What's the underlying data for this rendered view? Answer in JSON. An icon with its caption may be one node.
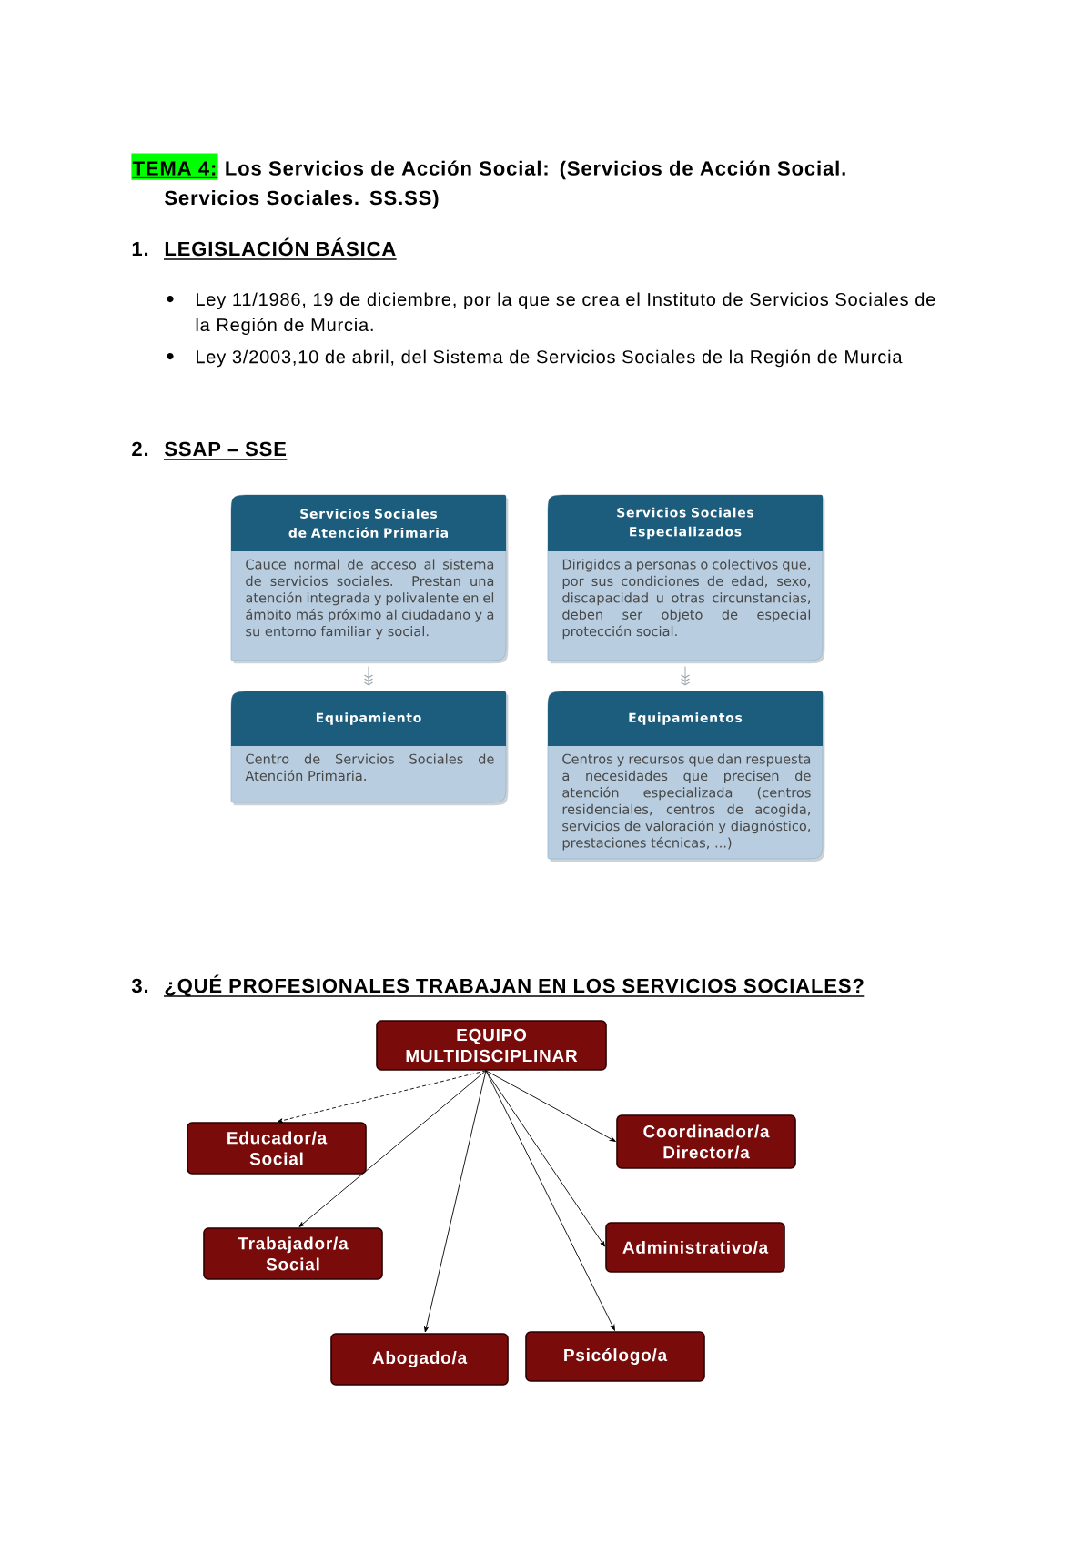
{
  "diagram": {
    "title": "Los Servicios de Acción Social: (Servicios de Acción Social. Servicios Sociales. SS.SS)",
    "nodes": [
      {
        "text": [
          "Servicios Sociales de Atención Primaria",
          "Cauce normal de acceso al sistema de servicios sociales. Prestan una atención integrada y polivalente en el ámbito más próximo al ciudadano y a su entorno familiar y social."
        ]
      },
      {
        "text": [
          "Servicios Sociales Especializados",
          "Dirigidos a personas o colectivos que, por sus condiciones de edad, sexo, discapacidad u otras circunstancias, deben ser objeto de especial protección social."
        ]
      },
      {
        "text": [
          "Equipamiento",
          "Centro de Servicios Sociales de Atención Primaria."
        ]
      },
      {
        "text": [
          "Equipamientos",
          "Centros y recursos que dan respuesta a necesidades que precisen de atención especializada (centros residenciales, centros de acogida, servicios de valoración y diagnóstico, prestaciones técnicas, ...)"
        ]
      },
      {
        "text": [
          "EQUIPO MULTIDISCIPLINAR"
        ]
      },
      {
        "text": [
          "Educador/a Social"
        ]
      },
      {
        "text": [
          "Coordinador/a Director/a"
        ]
      },
      {
        "text": [
          "Trabajador/a Social"
        ]
      },
      {
        "text": [
          "Administrativo/a"
        ]
      },
      {
        "text": [
          "Abogado/a"
        ]
      },
      {
        "text": [
          "Psicólogo/a"
        ]
      }
    ],
    "edges": [
      {
        "from": 0,
        "to": 2,
        "arrow": "to",
        "color": "#9aa5ad"
      },
      {
        "from": 1,
        "to": 3,
        "arrow": "to",
        "color": "#9aa5ad"
      },
      {
        "from": 4,
        "to": 5,
        "arrow": "to",
        "style": "dashed"
      },
      {
        "from": 4,
        "to": 6,
        "arrow": "to"
      },
      {
        "from": 4,
        "to": 7,
        "arrow": "to"
      },
      {
        "from": 4,
        "to": 8,
        "arrow": "to"
      },
      {
        "from": 4,
        "to": 9,
        "arrow": "to"
      },
      {
        "from": 4,
        "to": 10,
        "arrow": "to"
      }
    ],
    "labels": [
      "TEMA 4:",
      "1.",
      "LEGISLACIÓN BÁSICA",
      "Ley 11/1986, 19 de diciembre, por la que se crea el Instituto de Servicios Sociales de la Región de Murcia.",
      "Ley 3/2003,10 de abril, del Sistema de Servicios Sociales de la Región de Murcia",
      "2.",
      "SSAP – SSE",
      "3.",
      "¿QUÉ PROFESIONALES TRABAJAN EN LOS SERVICIOS SOCIALES?"
    ]
  }
}
